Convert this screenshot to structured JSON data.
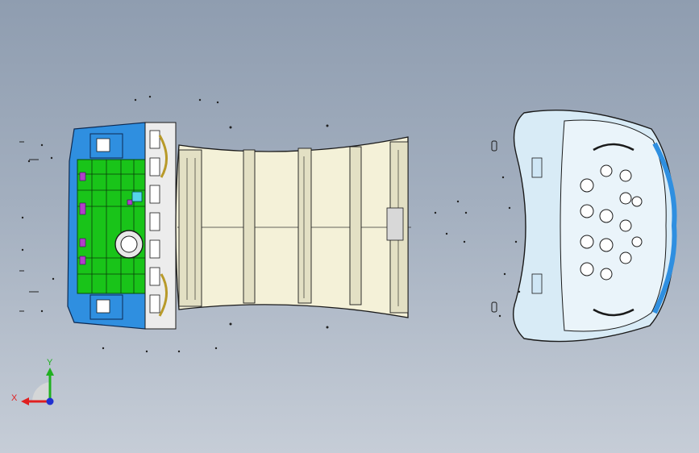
{
  "viewport": {
    "background_top": "#8f9db0",
    "background_bottom": "#c6cdd7"
  },
  "triad": {
    "x_label": "X",
    "y_label": "Y",
    "x_color": "#e02020",
    "y_color": "#20b020",
    "z_color": "#2030d0"
  },
  "model": {
    "parts": [
      "fixture-base",
      "curved-panel",
      "mold-cover"
    ],
    "colors": {
      "green": "#19c419",
      "blue": "#2f8fe0",
      "cream": "#f4f1d8",
      "light_blue": "#cfe6f5",
      "outline": "#1a1a1a"
    }
  }
}
